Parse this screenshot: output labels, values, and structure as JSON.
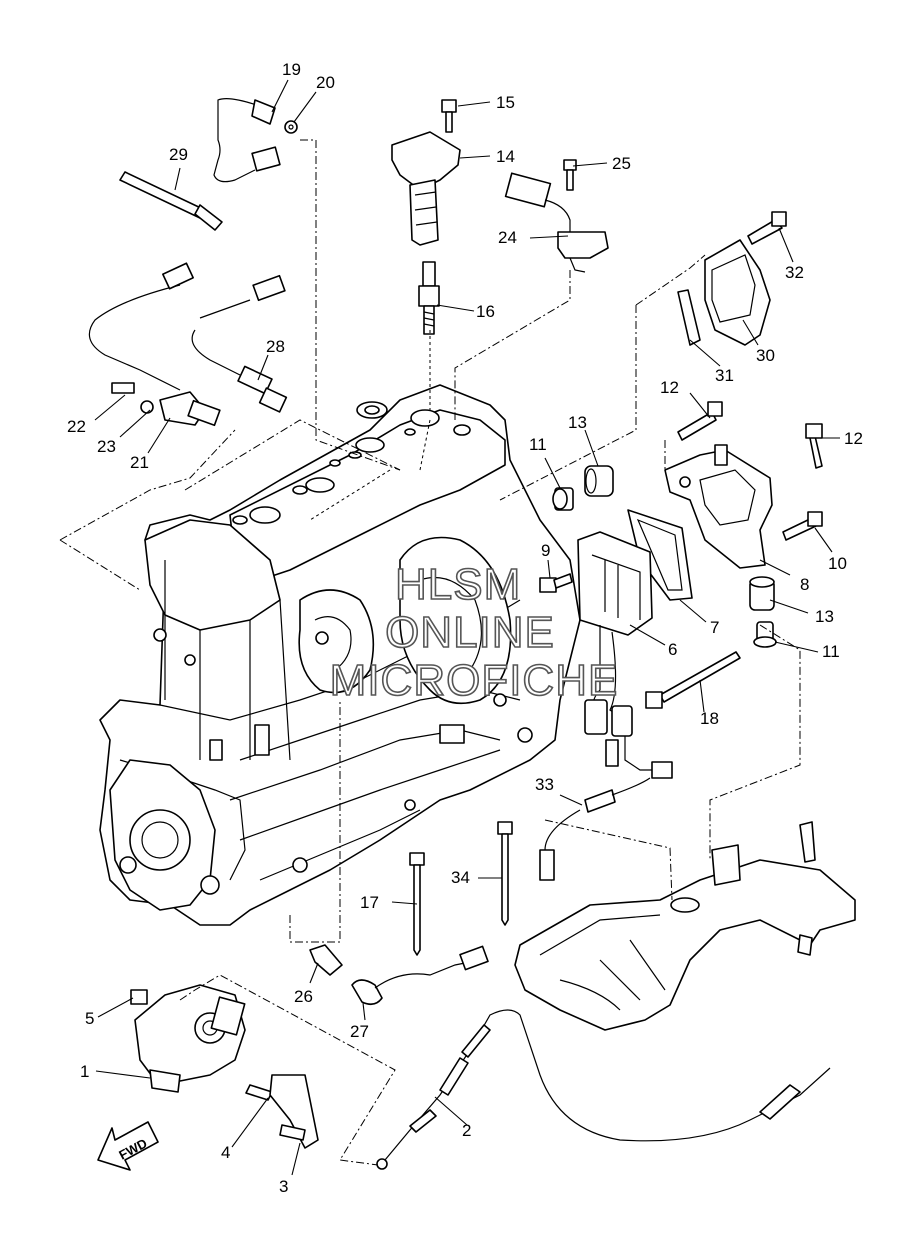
{
  "watermark": {
    "line1": "HLSM",
    "line2": "ONLINE",
    "line3": "MICROFICHE"
  },
  "fwd_label": "FWD",
  "callouts": [
    "1",
    "2",
    "3",
    "4",
    "5",
    "6",
    "7",
    "8",
    "9",
    "10",
    "11",
    "11",
    "12",
    "12",
    "13",
    "13",
    "14",
    "15",
    "16",
    "17",
    "18",
    "19",
    "20",
    "21",
    "22",
    "23",
    "24",
    "25",
    "26",
    "27",
    "28",
    "29",
    "30",
    "31",
    "32",
    "33",
    "34"
  ]
}
